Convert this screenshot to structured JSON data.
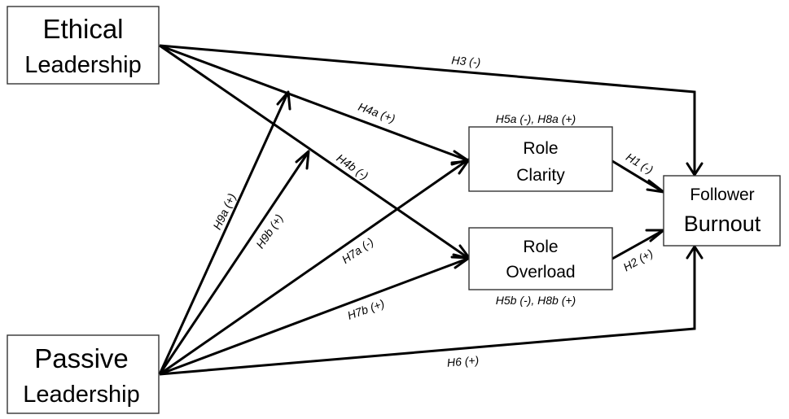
{
  "nodes": {
    "ethical": {
      "line1": "Ethical",
      "line2": "Leadership"
    },
    "passive": {
      "line1": "Passive",
      "line2": "Leadership"
    },
    "clarity": {
      "line1": "Role",
      "line2": "Clarity"
    },
    "overload": {
      "line1": "Role",
      "line2": "Overload"
    },
    "burnout": {
      "line1": "Follower",
      "line2": "Burnout"
    }
  },
  "edges": {
    "h3": "H3 (-)",
    "h4a": "H4a (+)",
    "h4b": "H4b (-)",
    "h5a_h8a": "H5a (-), H8a (+)",
    "h5b_h8b": "H5b (-), H8b (+)",
    "h1": "H1 (-)",
    "h2": "H2 (+)",
    "h6": "H6 (+)",
    "h7a": "H7a (-)",
    "h7b": "H7b (+)",
    "h9a": "H9a (+)",
    "h9b": "H9b (+)"
  }
}
